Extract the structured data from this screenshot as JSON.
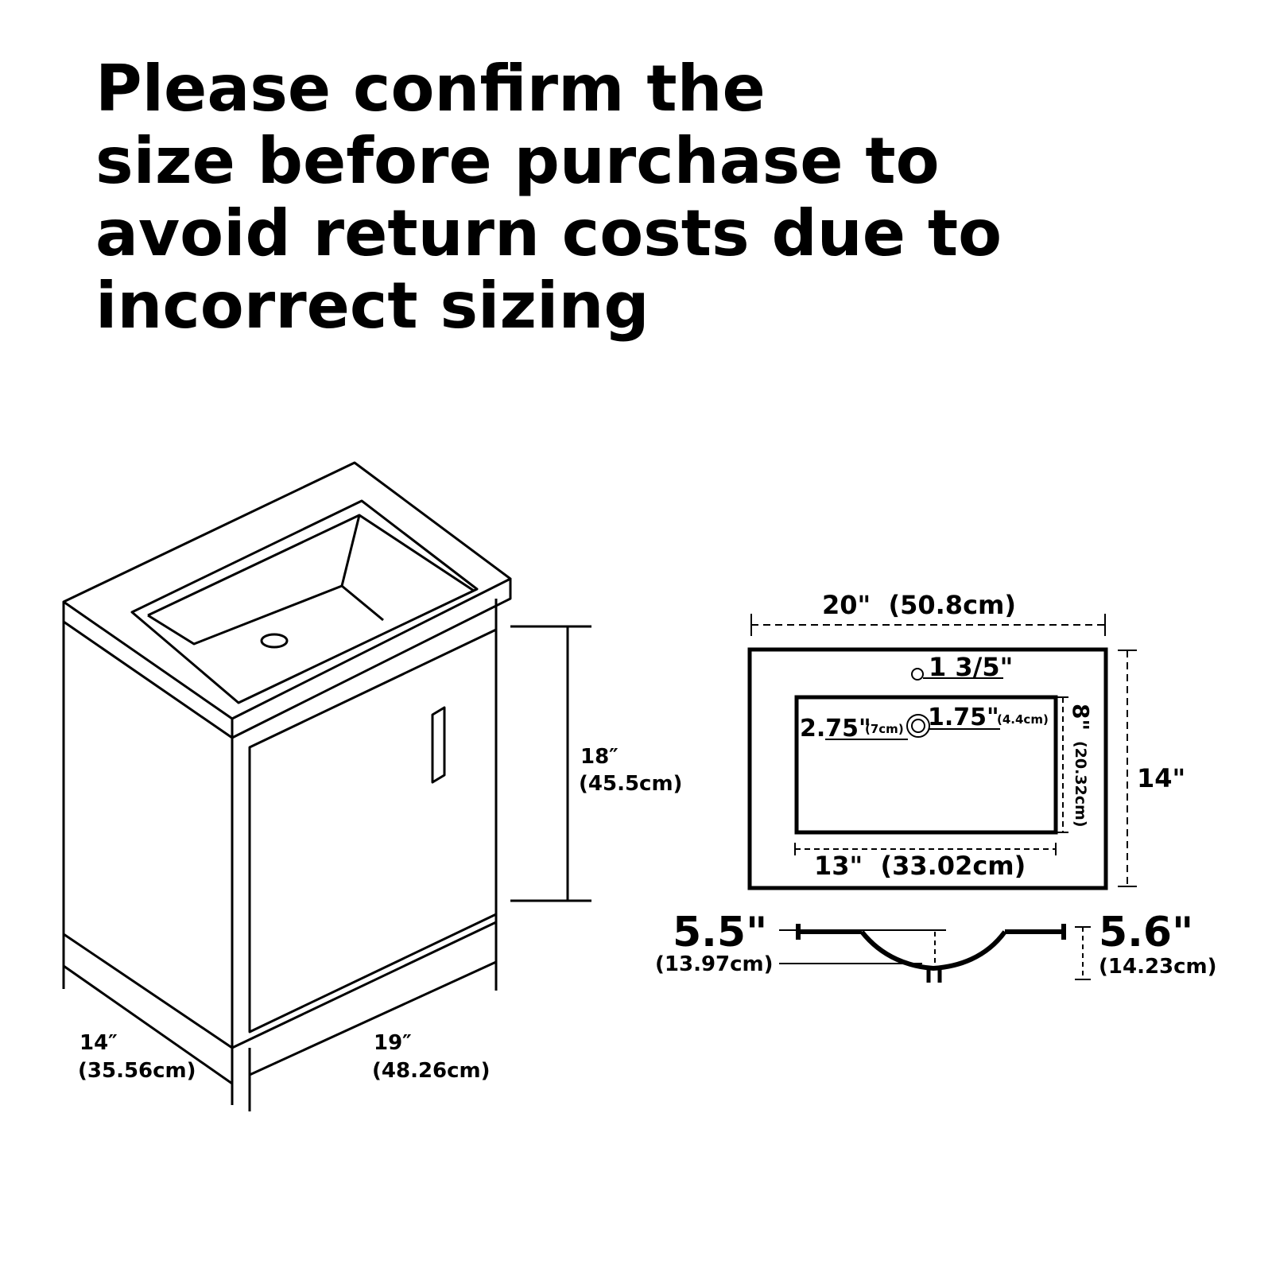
{
  "headline": {
    "lines": [
      "Please confirm the",
      "size before purchase to",
      "avoid return costs due to",
      "incorrect sizing"
    ]
  },
  "cabinet": {
    "height_in": "18″",
    "height_cm": "(45.5cm)",
    "depth_in": "14″",
    "depth_cm": "(35.56cm)",
    "width_in": "19″",
    "width_cm": "(48.26cm)"
  },
  "sink_top": {
    "width_label": "20\"  (50.8cm)",
    "depth_label": "14\"",
    "faucet_label": "1 3/5\"",
    "drain_left_in": "2.75\"",
    "drain_left_cm": "(7cm)",
    "drain_dia_in": "1.75\"",
    "drain_dia_cm": "(4.4cm)",
    "basin_depth_in": "8\"",
    "basin_depth_cm": "(20.32cm)",
    "basin_width_label": "13\"  (33.02cm)"
  },
  "sink_profile": {
    "left_in": "5.5\"",
    "left_cm": "(13.97cm)",
    "right_in": "5.6\"",
    "right_cm": "(14.23cm)"
  }
}
